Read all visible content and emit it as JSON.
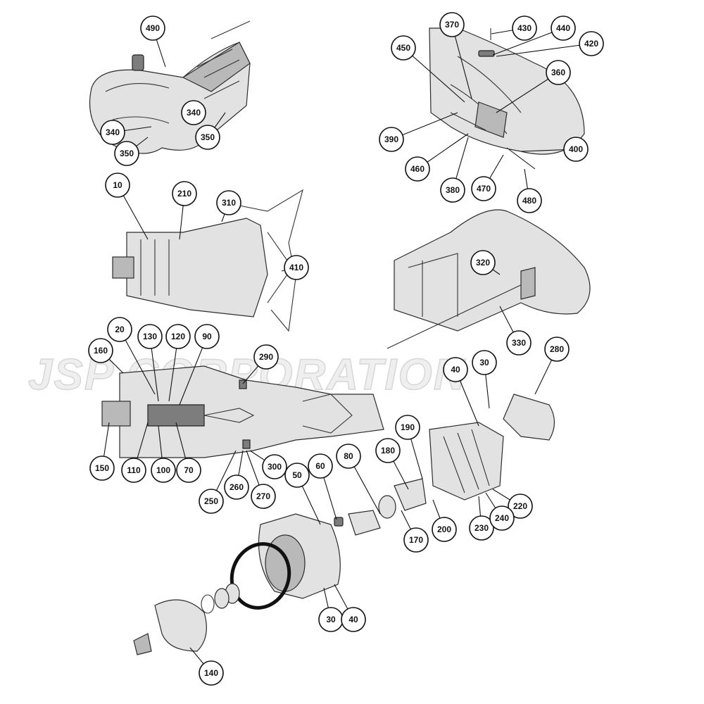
{
  "watermark": {
    "text": "JSP CORPORATION"
  },
  "callouts": [
    "490",
    "340",
    "350",
    "10",
    "210",
    "310",
    "410",
    "20",
    "130",
    "120",
    "90",
    "160",
    "290",
    "150",
    "110",
    "100",
    "70",
    "250",
    "260",
    "270",
    "300",
    "370",
    "430",
    "440",
    "450",
    "420",
    "360",
    "390",
    "460",
    "380",
    "470",
    "480",
    "400",
    "320",
    "330",
    "40",
    "30",
    "280",
    "190",
    "60",
    "80",
    "180",
    "50",
    "170",
    "200",
    "220",
    "230",
    "240",
    "140"
  ],
  "colors": {
    "outline": "#111111",
    "part_fill": "#e2e2e2",
    "oring": "#111111"
  }
}
